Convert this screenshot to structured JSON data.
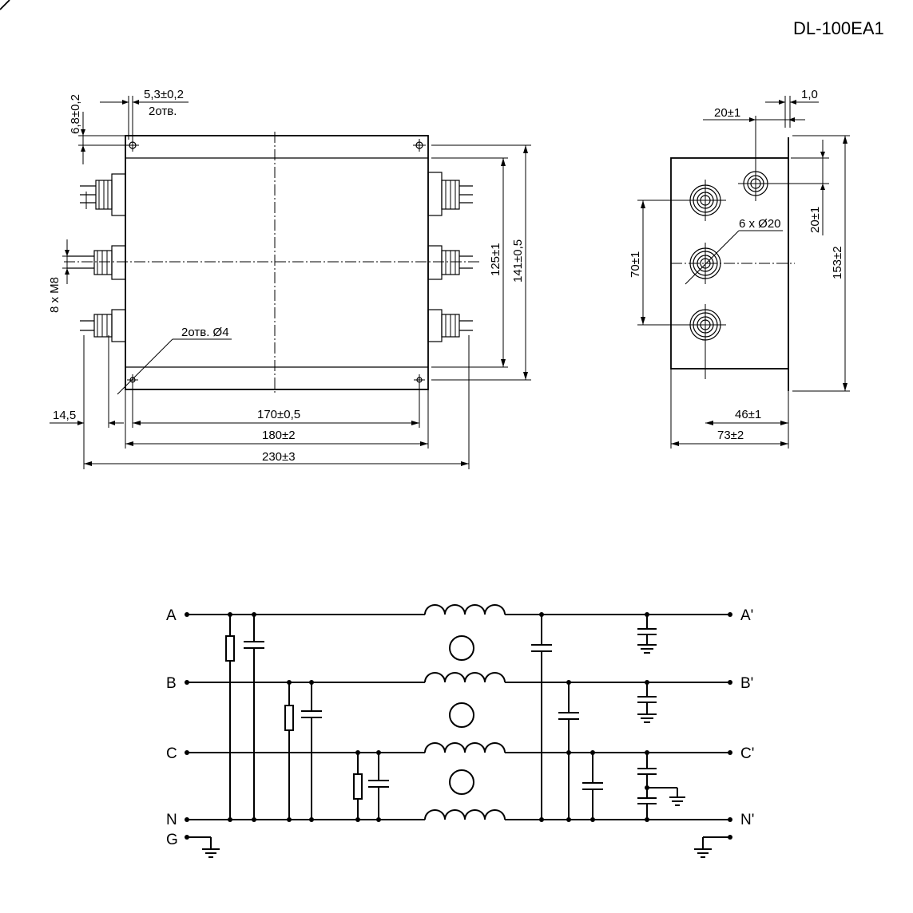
{
  "title": "DL-100EA1",
  "front_view": {
    "dim_hole_small": "5,3±0,2",
    "dim_hole_small_count": "2отв.",
    "dim_hole_offset": "6,8±0,2",
    "dim_terminals": "8 x M8",
    "dim_hole_big": "2отв. Ø4",
    "dim_left_offset": "14,5",
    "dim_170": "170±0,5",
    "dim_180": "180±2",
    "dim_230": "230±3",
    "dim_125": "125±1",
    "dim_141": "141±0,5"
  },
  "side_view": {
    "dim_20_top": "20±1",
    "dim_1_0": "1,0",
    "dim_20_right": "20±1",
    "dim_studs": "6 x Ø20",
    "dim_70": "70±1",
    "dim_153": "153±2",
    "dim_46": "46±1",
    "dim_73": "73±2"
  },
  "schematic": {
    "inputs": [
      "A",
      "B",
      "C",
      "N",
      "G"
    ],
    "outputs": [
      "A'",
      "B'",
      "C'",
      "N'"
    ]
  }
}
